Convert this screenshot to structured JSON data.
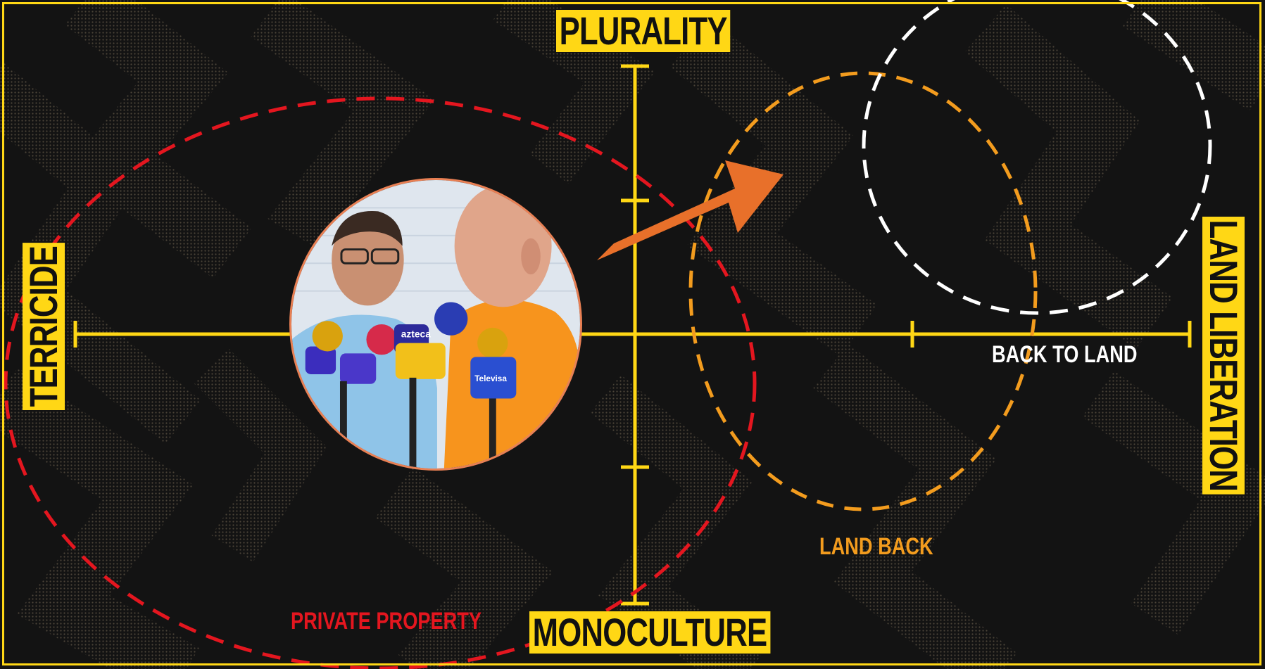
{
  "axes": {
    "top_label": "PLURALITY",
    "bottom_label": "MONOCULTURE",
    "left_label": "TERRICIDE",
    "right_label": "LAND LIBERATION"
  },
  "zones": {
    "back_to_land": "BACK TO LAND",
    "land_back": "LAND BACK",
    "private_property": "PRIVATE PROPERTY"
  },
  "photo": {
    "microphone_brands": [
      "azteca",
      "Televisa"
    ]
  },
  "colors": {
    "axis": "#ffd715",
    "private_property": "#e4161f",
    "land_back": "#f39c1e",
    "back_to_land": "#ffffff",
    "arrow": "#e8702a",
    "background": "#131313",
    "pattern": "#5c5141"
  }
}
